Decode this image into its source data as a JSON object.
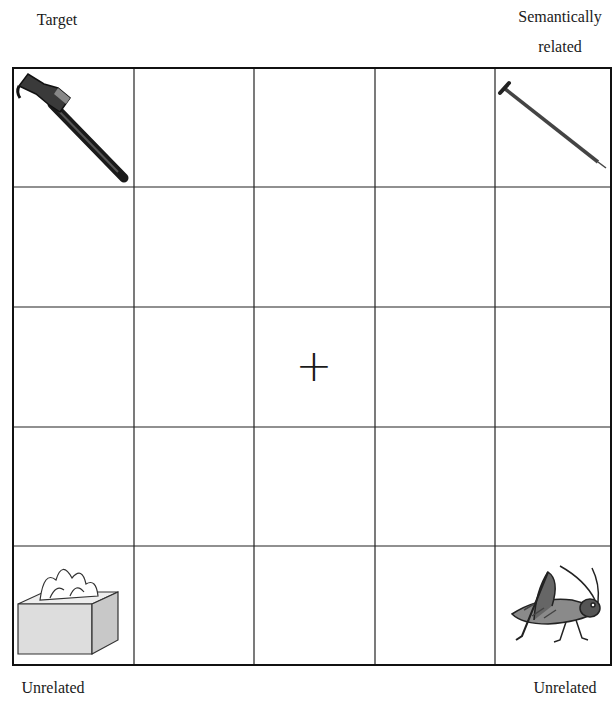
{
  "diagram": {
    "labels": [
      "Target",
      "Semantically related",
      "Unrelated",
      "Unrelated",
      "+"
    ]
  }
}
